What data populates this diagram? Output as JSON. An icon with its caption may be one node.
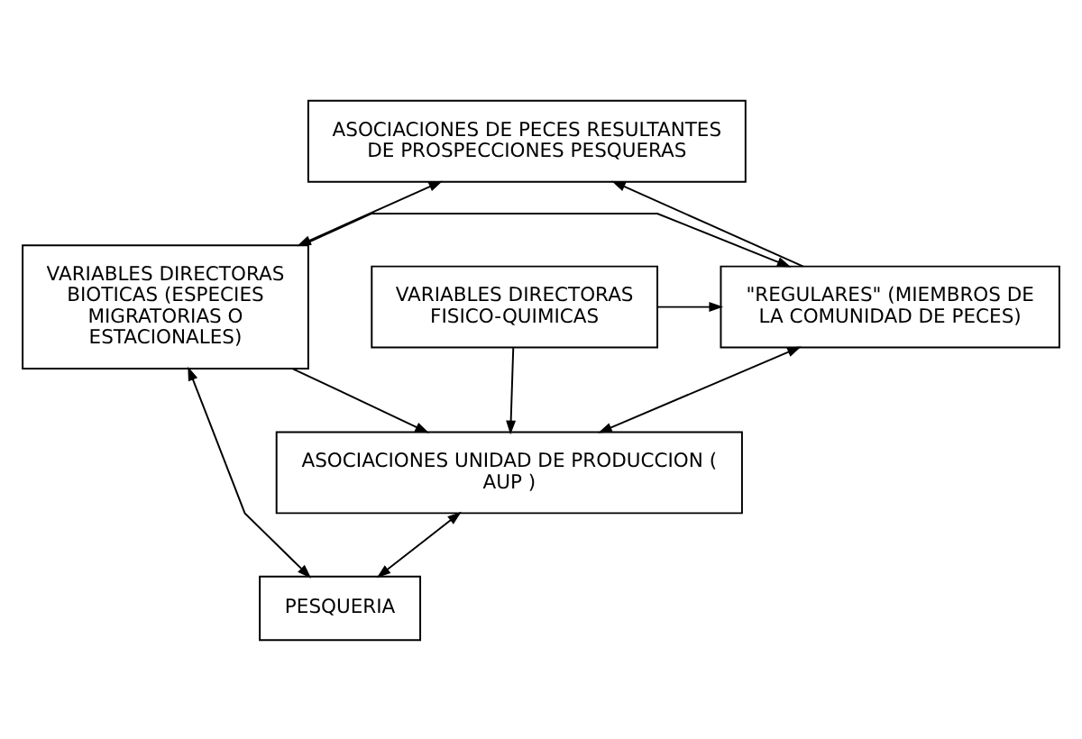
{
  "diagram": {
    "nodes": [
      {
        "text": [
          "ASOCIACIONES DE PECES RESULTANTES DE PROSPECCIONES PESQUERAS"
        ]
      },
      {
        "text": [
          "VARIABLES DIRECTORAS BIOTICAS (ESPECIES MIGRATORIAS O ESTACIONALES)"
        ]
      },
      {
        "text": [
          "\"REGULARES\" (MIEMBROS DE LA COMUNIDAD DE PECES)"
        ]
      },
      {
        "text": [
          "VARIABLES DIRECTORAS FISICO-QUIMICAS"
        ]
      },
      {
        "text": [
          "ASOCIACIONES UNIDAD DE PRODUCCION ( AUP )"
        ]
      },
      {
        "text": [
          "PESQUERIA"
        ]
      }
    ],
    "edges": [
      {
        "from": 0,
        "to": 1,
        "arrow": "both"
      },
      {
        "from": 2,
        "to": 0,
        "arrow": "to"
      },
      {
        "from": 1,
        "to": 2,
        "arrow": "to"
      },
      {
        "from": 3,
        "to": 2,
        "arrow": "to"
      },
      {
        "from": 2,
        "to": 4,
        "arrow": "both"
      },
      {
        "from": 1,
        "to": 4,
        "arrow": "to"
      },
      {
        "from": 3,
        "to": 4,
        "arrow": "to"
      },
      {
        "from": 4,
        "to": 5,
        "arrow": "both"
      },
      {
        "from": 1,
        "to": 5,
        "arrow": "both"
      }
    ]
  }
}
